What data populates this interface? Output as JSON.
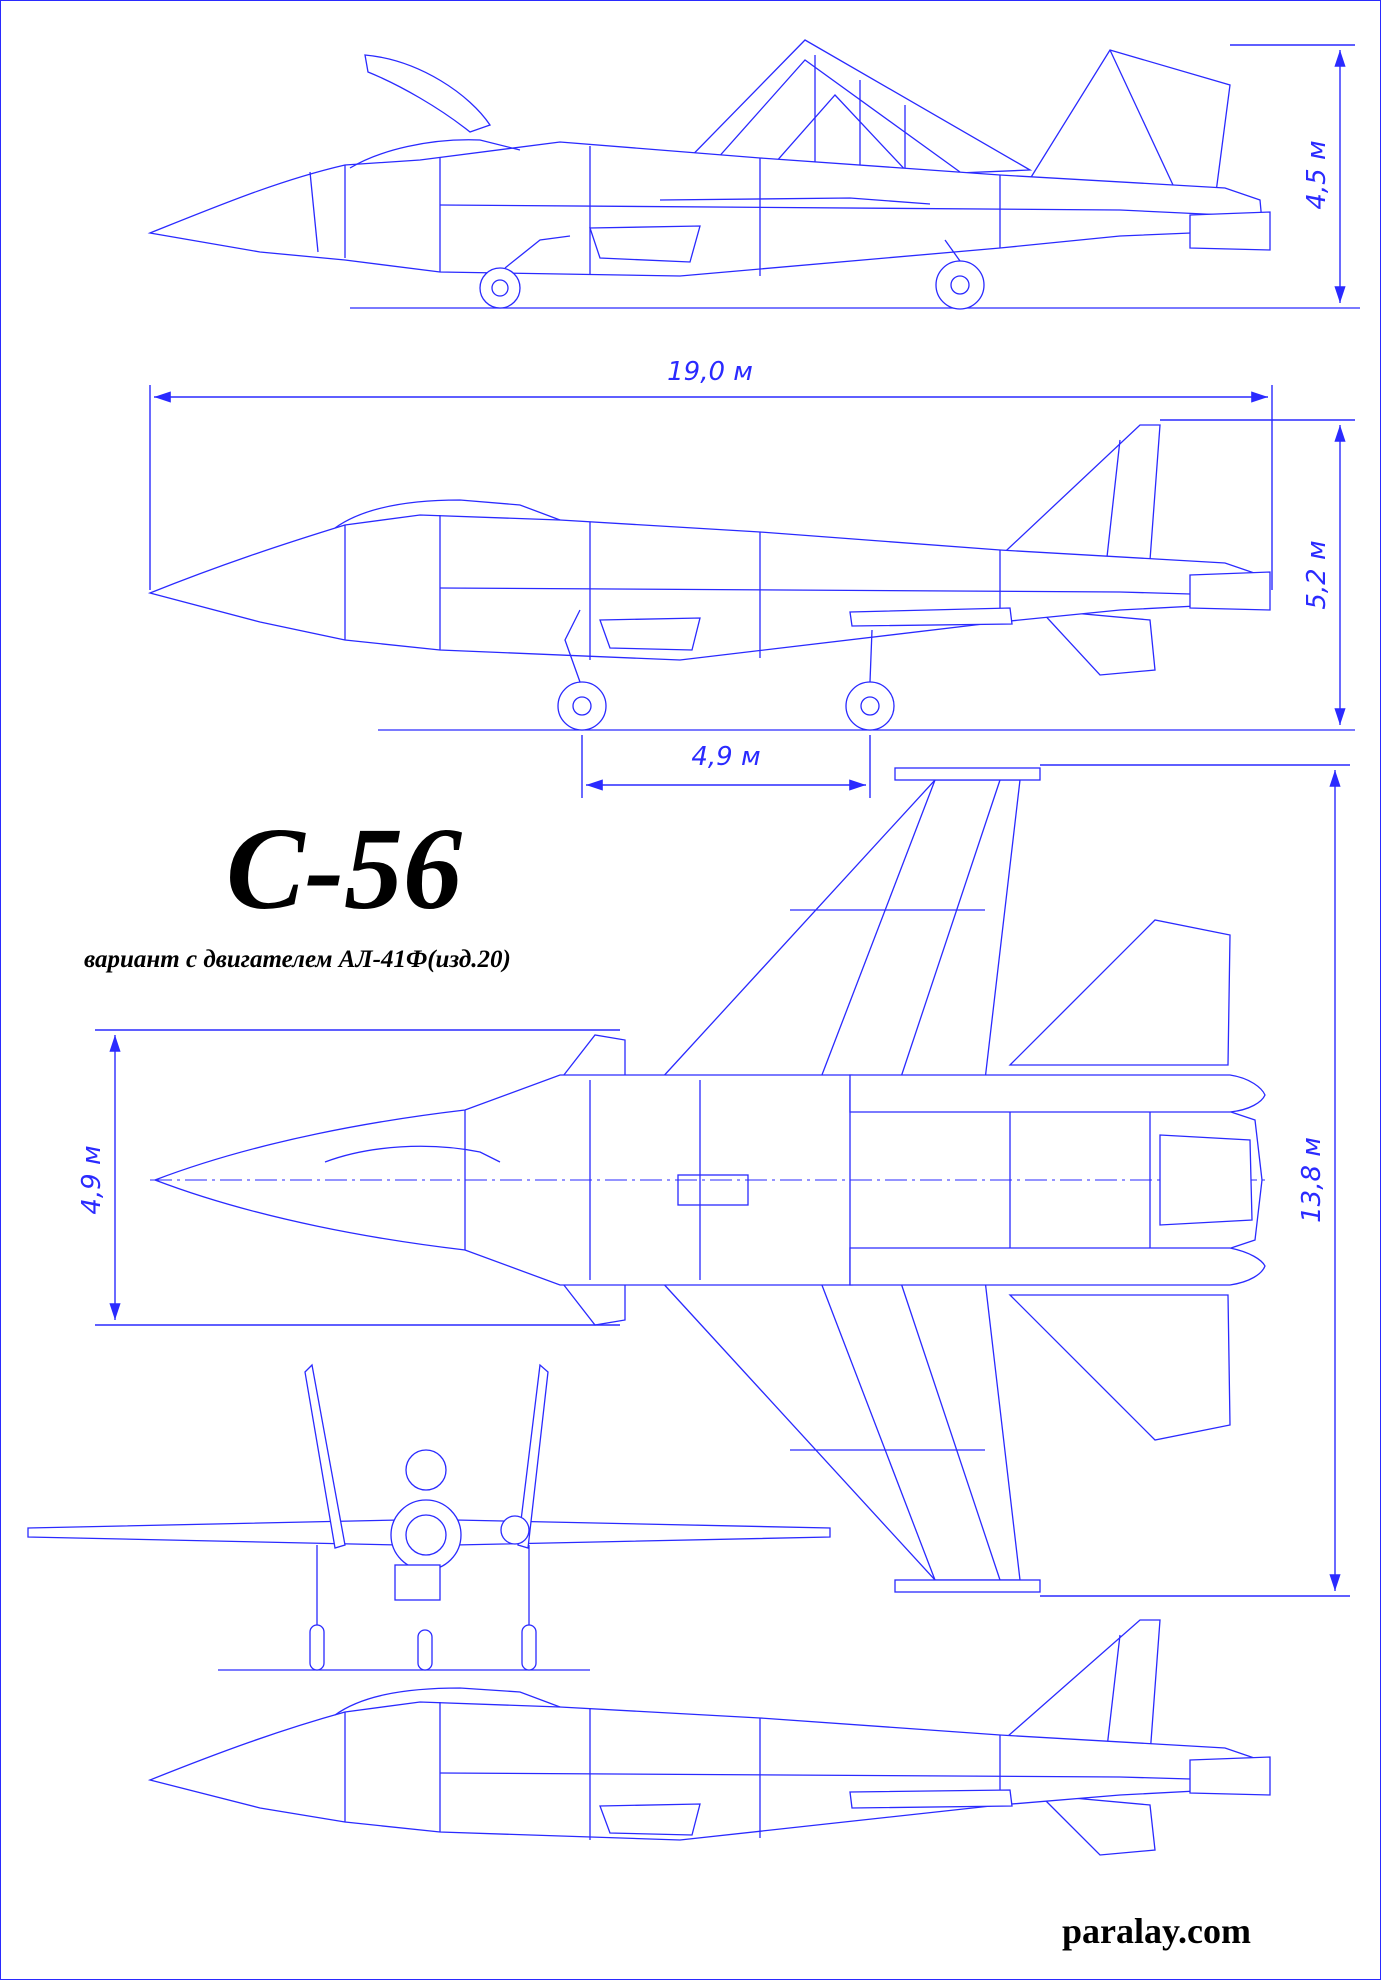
{
  "drawing": {
    "title": "С-56",
    "subtitle": "вариант с двигателем АЛ-41Ф(изд.20)",
    "website": "paralay.com",
    "line_color": "#2a2aff",
    "text_color": "#000000"
  },
  "dimensions": {
    "height_wings_folded": "4,5 м",
    "overall_length": "19,0 м",
    "height_overall": "5,2 м",
    "wheelbase": "4,9 м",
    "wingspan": "13,8 м",
    "stabilizer_span": "4,9 м"
  },
  "views": [
    "side-view-wings-folded",
    "side-view-gear-down",
    "top-view",
    "front-view",
    "side-view-weapons-bay"
  ]
}
